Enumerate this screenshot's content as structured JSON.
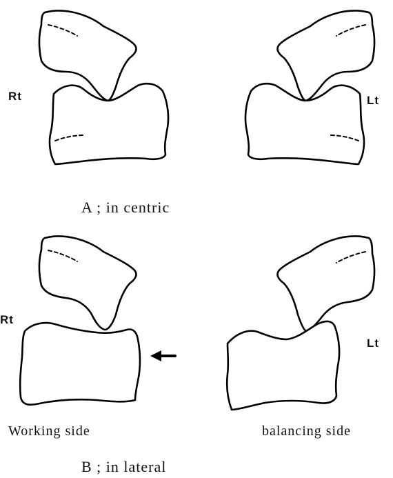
{
  "panel_a": {
    "caption": "A ; in centric",
    "right_label": "Rt",
    "left_label": "Lt"
  },
  "panel_b": {
    "caption": "B ; in lateral",
    "right_label": "Rt",
    "left_label": "Lt",
    "working_label": "Working side",
    "balancing_label": "balancing side"
  },
  "colors": {
    "line": "#000000",
    "background": "#ffffff"
  }
}
